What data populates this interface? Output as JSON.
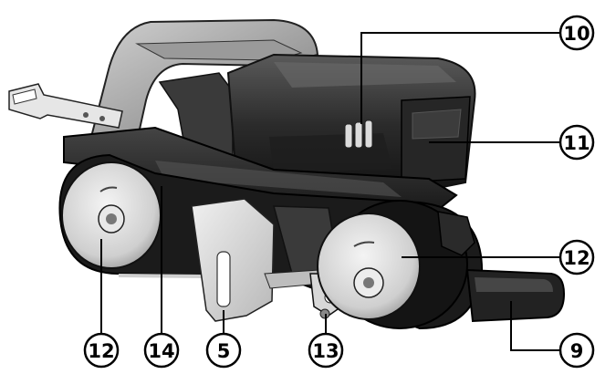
{
  "callouts": [
    {
      "id": "c10",
      "label": "10"
    },
    {
      "id": "c11",
      "label": "11"
    },
    {
      "id": "c12r",
      "label": "12"
    },
    {
      "id": "c9",
      "label": "9"
    },
    {
      "id": "c13",
      "label": "13"
    },
    {
      "id": "c5",
      "label": "5"
    },
    {
      "id": "c14",
      "label": "14"
    },
    {
      "id": "c12l",
      "label": "12"
    }
  ]
}
